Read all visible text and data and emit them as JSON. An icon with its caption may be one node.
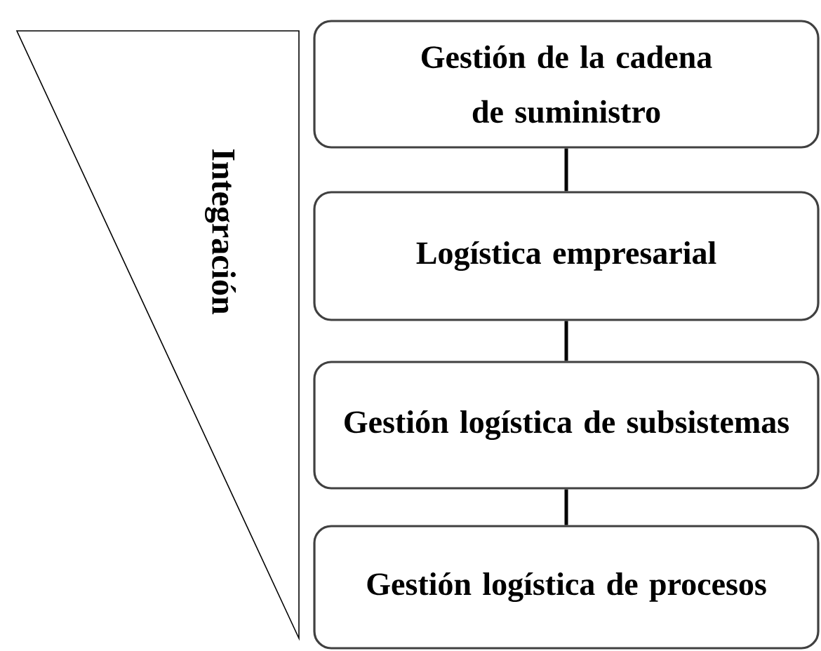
{
  "diagram": {
    "nodes": [
      {
        "text": [
          "Integración"
        ]
      },
      {
        "text": [
          "Gestión de la cadena de suministro"
        ]
      },
      {
        "text": [
          "Logística empresarial"
        ]
      },
      {
        "text": [
          "Gestión logística de subsistemas"
        ]
      },
      {
        "text": [
          "Gestión logística de procesos"
        ]
      }
    ],
    "edges": [
      {
        "from": 1,
        "to": 2,
        "arrow": "none"
      },
      {
        "from": 2,
        "to": 3,
        "arrow": "none"
      },
      {
        "from": 3,
        "to": 4,
        "arrow": "none"
      }
    ]
  }
}
